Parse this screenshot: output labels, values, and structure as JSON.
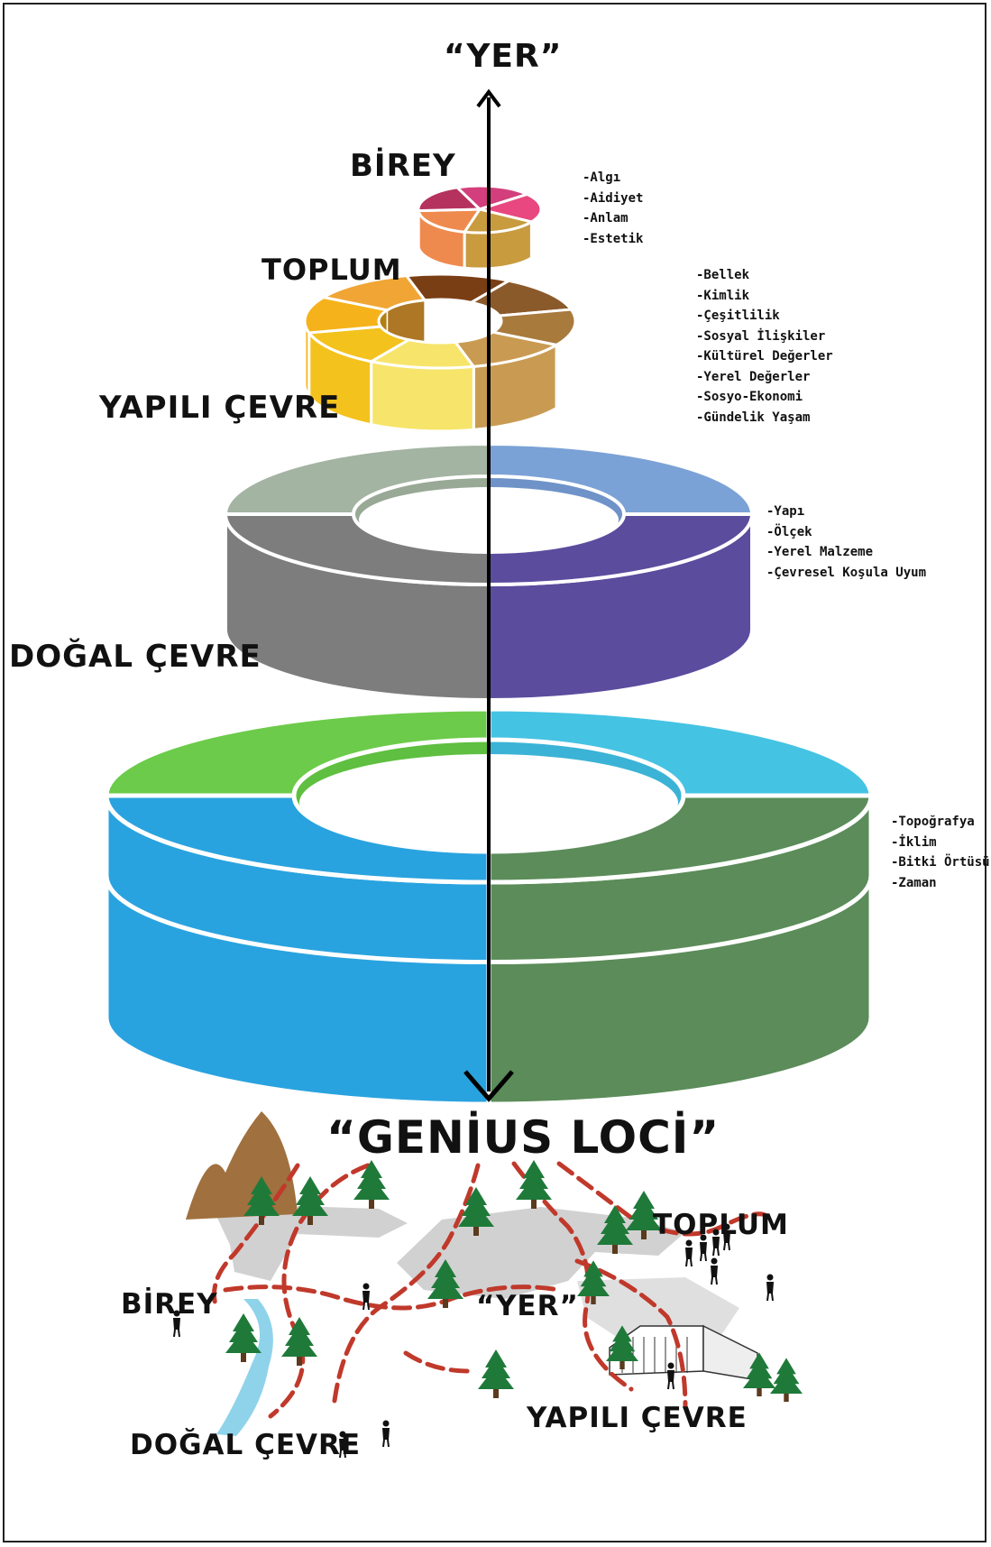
{
  "top_label": "“YER”",
  "bottom_label": "“GENİUS LOCİ”",
  "layers": [
    {
      "id": "birey",
      "title": "BİREY",
      "items": [
        "-Algı",
        "-Aidiyet",
        "-Anlam",
        "-Estetik"
      ],
      "colors": [
        "#d23f7c",
        "#e8477f",
        "#c89b3f",
        "#ef8a4e",
        "#b5325f"
      ]
    },
    {
      "id": "toplum",
      "title": "TOPLUM",
      "items": [
        "-Bellek",
        "-Kimlik",
        "-Çeşitlilik",
        "-Sosyal İlişkiler",
        "-Kültürel Değerler",
        "-Yerel Değerler",
        "-Sosyo-Ekonomi",
        "-Gündelik Yaşam"
      ],
      "colors": [
        "#7a3e14",
        "#8b5a2b",
        "#a87a3c",
        "#c99b52",
        "#f7e46a",
        "#f3c21d",
        "#f6b21a",
        "#f0a534"
      ]
    },
    {
      "id": "yapili_cevre",
      "title": "YAPILI ÇEVRE",
      "items": [
        "-Yapı",
        "-Ölçek",
        "-Yerel Malzeme",
        "-Çevresel Koşula Uyum"
      ],
      "colors": [
        "#a3b4a2",
        "#7ba2d6",
        "#7d7d7d",
        "#5b4c9e"
      ]
    },
    {
      "id": "dogal_cevre",
      "title": "DOĞAL ÇEVRE",
      "items": [
        "-Topoğrafya",
        "-İklim",
        "-Bitki Örtüsü",
        "-Zaman"
      ],
      "colors": [
        "#6ccb4a",
        "#45c3e3",
        "#29a3df",
        "#5b8c59"
      ]
    }
  ],
  "scene_labels": {
    "birey": "BİREY",
    "toplum": "TOPLUM",
    "yer": "“YER”",
    "yapili_cevre": "YAPILI ÇEVRE",
    "dogal_cevre": "DOĞAL ÇEVRE"
  }
}
